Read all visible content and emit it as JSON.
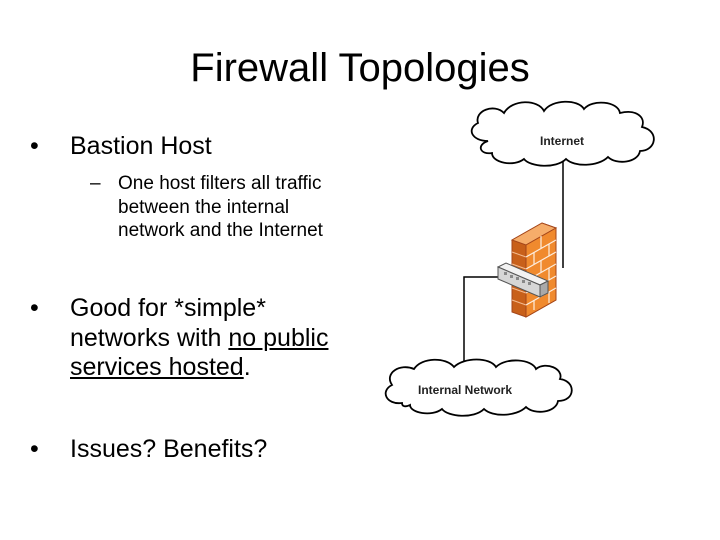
{
  "slide": {
    "title": "Firewall Topologies",
    "bullets": [
      {
        "marker": "•",
        "text": "Bastion Host",
        "sub": {
          "marker": "–",
          "text": "One host filters all traffic between the internal network and the Internet"
        }
      },
      {
        "marker": "•",
        "text_parts": [
          "Good for *simple* networks with ",
          "no public services hosted",
          "."
        ]
      },
      {
        "marker": "•",
        "text": "Issues?  Benefits?"
      }
    ]
  },
  "diagram": {
    "internet_label": "Internet",
    "internal_label": "Internal Network",
    "icons": [
      "cloud-icon",
      "firewall-icon",
      "cloud-icon"
    ],
    "colors": {
      "firewall_orange": "#f08a2e",
      "brick_lines": "#ffffff",
      "device_gray": "#d6d6d6",
      "line": "#000000"
    }
  }
}
